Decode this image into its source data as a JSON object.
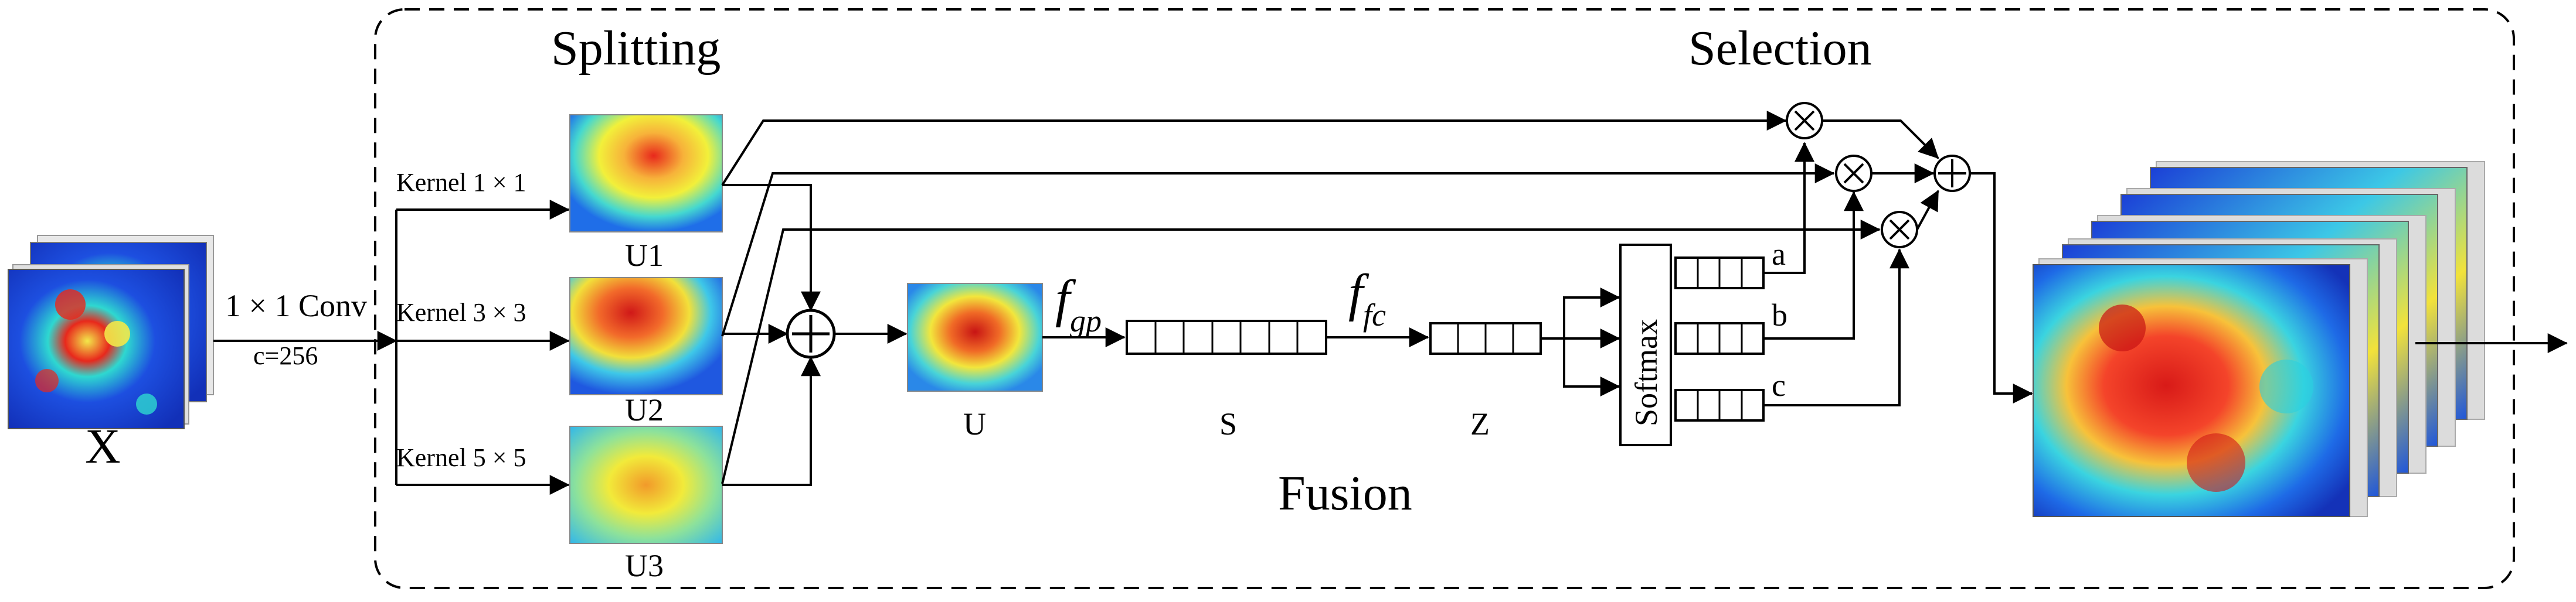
{
  "labels": {
    "splitting": "Splitting",
    "selection": "Selection",
    "fusion": "Fusion",
    "conv": "1 × 1 Conv",
    "channels": "c=256",
    "input": "X",
    "kernel1": "Kernel 1 × 1",
    "kernel3": "Kernel 3 × 3",
    "kernel5": "Kernel 5 × 5",
    "u1": "U1",
    "u2": "U2",
    "u3": "U3",
    "u": "U",
    "s": "S",
    "z": "Z",
    "softmax": "Softmax",
    "a": "a",
    "b": "b",
    "c": "c",
    "fgp_f": "f",
    "fgp_sub": "gp",
    "ffc_f": "f",
    "ffc_sub": "fc"
  },
  "symbols": {
    "sum": "+",
    "product": "×"
  },
  "colors": {
    "heatmap_low": "#1a3ad8",
    "heatmap_mid": "#2ee0c8",
    "heatmap_yellow": "#f2f03a",
    "heatmap_high": "#e8281c",
    "line": "#000000"
  }
}
